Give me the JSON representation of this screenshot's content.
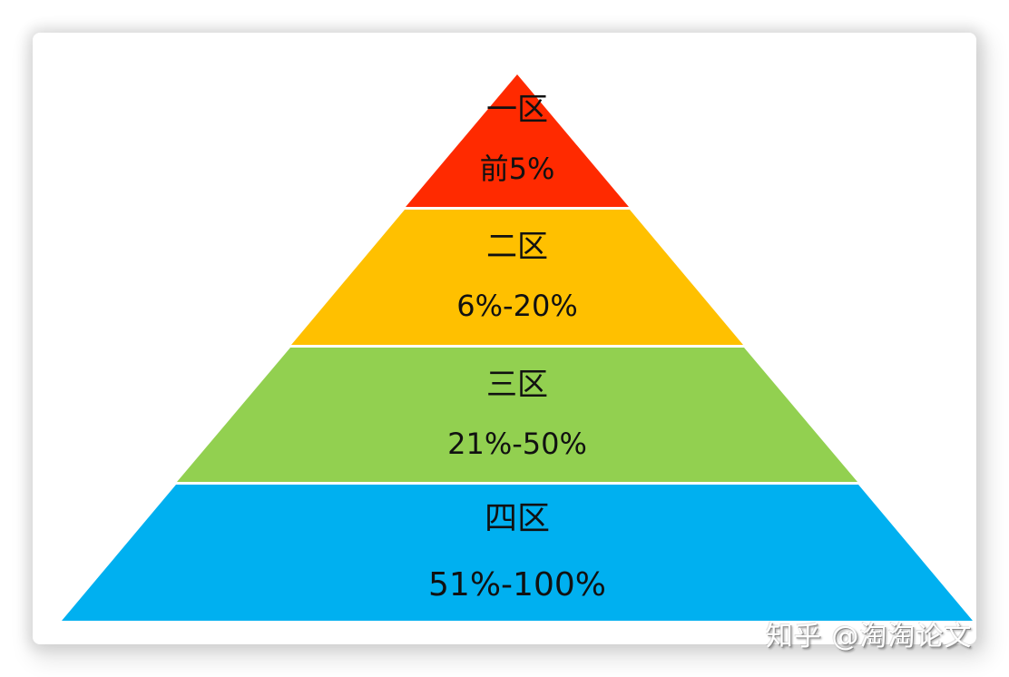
{
  "diagram": {
    "type": "pyramid",
    "tiers": [
      {
        "title": "一区",
        "range": "前5%",
        "color": "#FF2A00"
      },
      {
        "title": "二区",
        "range": "6%-20%",
        "color": "#FFC000"
      },
      {
        "title": "三区",
        "range": "21%-50%",
        "color": "#92D050"
      },
      {
        "title": "四区",
        "range": "51%-100%",
        "color": "#00B0F0"
      }
    ]
  },
  "watermark": {
    "text": "知乎 @淘淘论文"
  }
}
